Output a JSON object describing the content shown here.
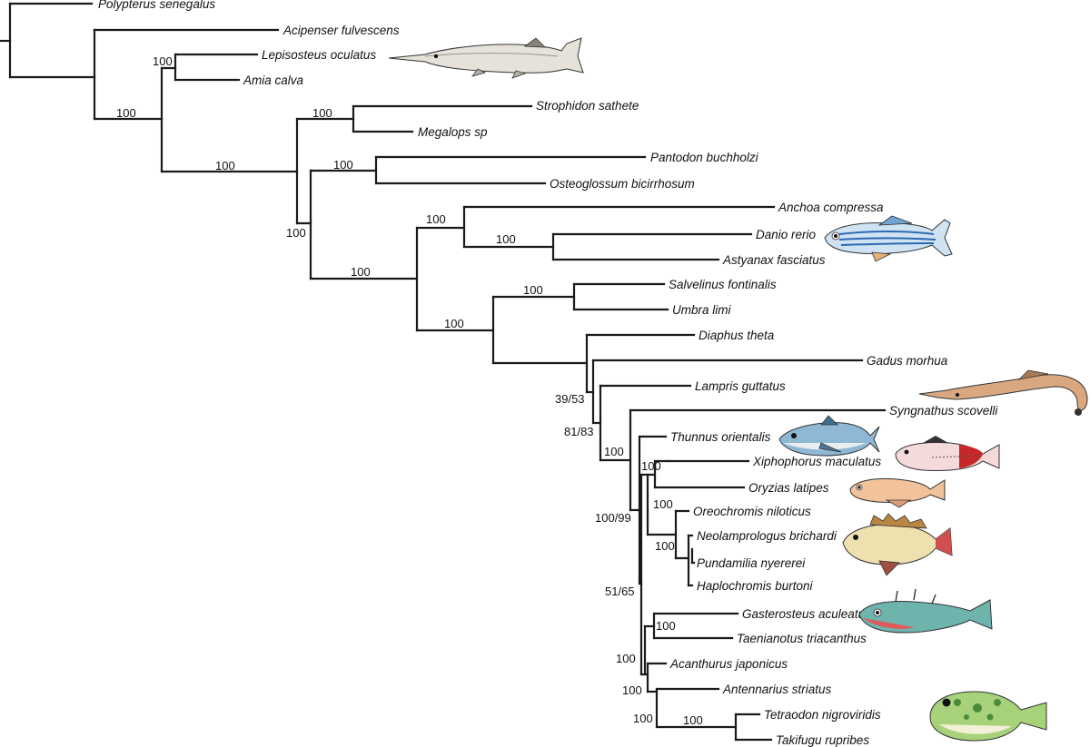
{
  "taxa": [
    {
      "id": "polypterus",
      "label": "Polypterus senegalus"
    },
    {
      "id": "acipenser",
      "label": "Acipenser fulvescens"
    },
    {
      "id": "lepisosteus",
      "label": "Lepisosteus oculatus",
      "fish": "gar-illustration"
    },
    {
      "id": "amia",
      "label": "Amia calva"
    },
    {
      "id": "strophidon",
      "label": "Strophidon sathete"
    },
    {
      "id": "megalops",
      "label": "Megalops sp"
    },
    {
      "id": "pantodon",
      "label": "Pantodon buchholzi"
    },
    {
      "id": "osteoglossum",
      "label": "Osteoglossum bicirrhosum"
    },
    {
      "id": "anchoa",
      "label": "Anchoa compressa"
    },
    {
      "id": "danio",
      "label": "Danio rerio",
      "fish": "zebrafish-illustration"
    },
    {
      "id": "astyanax",
      "label": "Astyanax fasciatus"
    },
    {
      "id": "salvelinus",
      "label": "Salvelinus fontinalis"
    },
    {
      "id": "umbra",
      "label": "Umbra limi"
    },
    {
      "id": "diaphus",
      "label": "Diaphus theta"
    },
    {
      "id": "gadus",
      "label": "Gadus morhua"
    },
    {
      "id": "lampris",
      "label": "Lampris guttatus"
    },
    {
      "id": "syngnathus",
      "label": "Syngnathus scovelli",
      "fish": "pipefish-illustration"
    },
    {
      "id": "thunnus",
      "label": "Thunnus orientalis",
      "fish": "tuna-illustration"
    },
    {
      "id": "xiphophorus",
      "label": "Xiphophorus maculatus",
      "fish": "platyfish-illustration"
    },
    {
      "id": "oryzias",
      "label": "Oryzias latipes",
      "fish": "medaka-illustration"
    },
    {
      "id": "oreochromis",
      "label": "Oreochromis niloticus"
    },
    {
      "id": "neolamprologus",
      "label": "Neolamprologus brichardi",
      "fish": "cichlid-illustration"
    },
    {
      "id": "pundamilia",
      "label": "Pundamilia nyererei"
    },
    {
      "id": "haplochromis",
      "label": "Haplochromis burtoni"
    },
    {
      "id": "gasterosteus",
      "label": "Gasterosteus aculeatus",
      "fish": "stickleback-illustration"
    },
    {
      "id": "taenianotus",
      "label": "Taenianotus triacanthus"
    },
    {
      "id": "acanthurus",
      "label": "Acanthurus japonicus"
    },
    {
      "id": "antennarius",
      "label": "Antennarius striatus"
    },
    {
      "id": "tetraodon",
      "label": "Tetraodon nigroviridis",
      "fish": "pufferfish-illustration"
    },
    {
      "id": "takifugu",
      "label": "Takifugu rupribes"
    }
  ],
  "support_values": [
    {
      "node": "holostei",
      "label": "100"
    },
    {
      "node": "neopterygii",
      "label": "100"
    },
    {
      "node": "elopomorpha",
      "label": "100"
    },
    {
      "node": "teleostei",
      "label": "100"
    },
    {
      "node": "osteoglossomorpha",
      "label": "100"
    },
    {
      "node": "clupeocephala",
      "label": "100"
    },
    {
      "node": "otomorpha",
      "label": "100"
    },
    {
      "node": "characiphysi",
      "label": "100"
    },
    {
      "node": "euteleostei",
      "label": "100"
    },
    {
      "node": "protacanthopterygii",
      "label": "100"
    },
    {
      "node": "neoteleostei",
      "label": "100"
    },
    {
      "node": "ctenosquamata",
      "label": "39/53"
    },
    {
      "node": "acanthomorpha",
      "label": "81/83"
    },
    {
      "node": "percomorpha",
      "label": "100"
    },
    {
      "node": "percomorpha-core",
      "label": "100/99"
    },
    {
      "node": "atherinomorpha",
      "label": "100"
    },
    {
      "node": "ovalentaria",
      "label": "100"
    },
    {
      "node": "cichlidae",
      "label": "100"
    },
    {
      "node": "eupercaria",
      "label": "51/65"
    },
    {
      "node": "perciformes",
      "label": "100"
    },
    {
      "node": "acanthuriformes",
      "label": "100"
    },
    {
      "node": "lophiiformes-tetraodontiformes",
      "label": "100"
    },
    {
      "node": "tetraodontidae",
      "label": "100"
    },
    {
      "node": "percomorpha-deep",
      "label": "100"
    }
  ]
}
